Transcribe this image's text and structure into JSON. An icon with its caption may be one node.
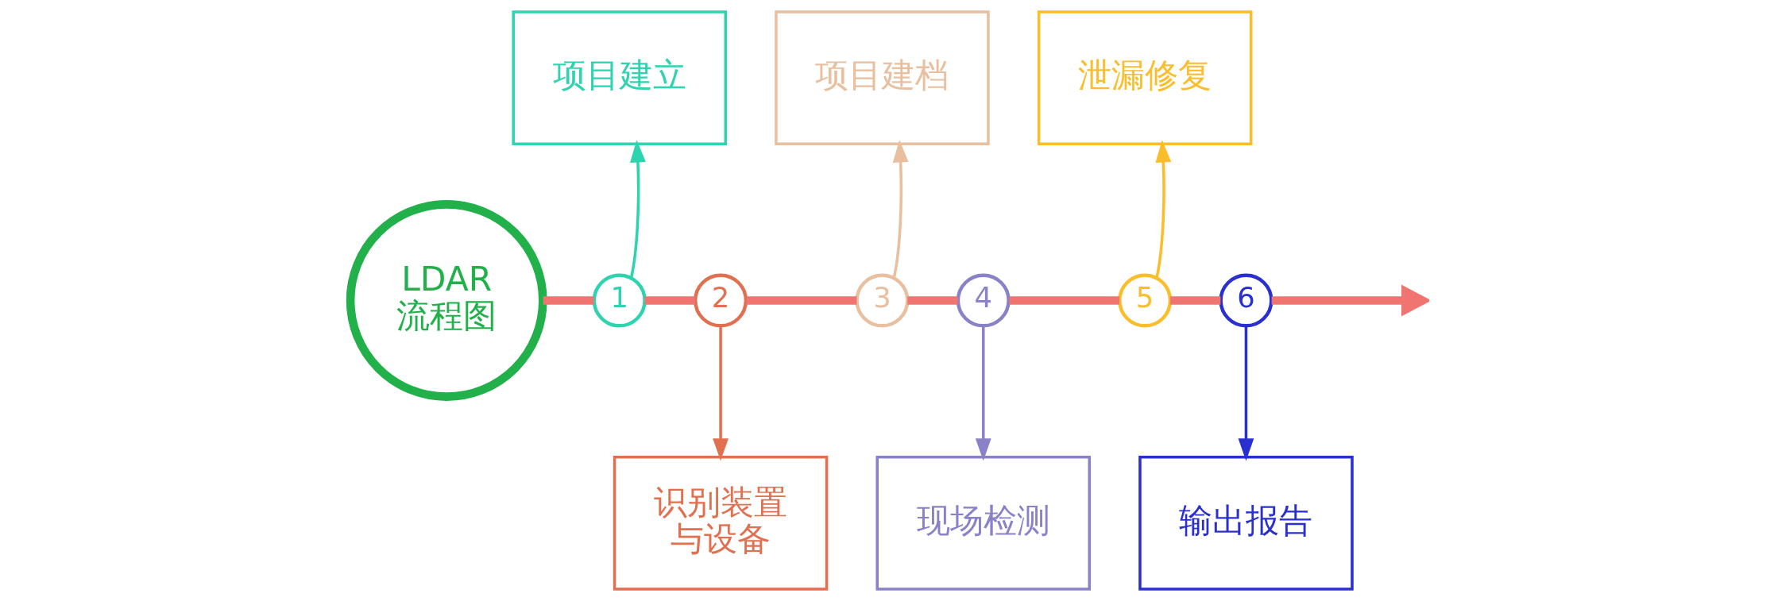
{
  "diagram": {
    "nodes": [
      {
        "text": [
          "LDAR 流程图"
        ]
      },
      {
        "text": [
          "1"
        ]
      },
      {
        "text": [
          "项目建立"
        ]
      },
      {
        "text": [
          "2"
        ]
      },
      {
        "text": [
          "识别装置与设备"
        ]
      },
      {
        "text": [
          "3"
        ]
      },
      {
        "text": [
          "项目建档"
        ]
      },
      {
        "text": [
          "4"
        ]
      },
      {
        "text": [
          "现场检测"
        ]
      },
      {
        "text": [
          "5"
        ]
      },
      {
        "text": [
          "泄漏修复"
        ]
      },
      {
        "text": [
          "6"
        ]
      },
      {
        "text": [
          "输出报告"
        ]
      }
    ],
    "edges": [
      {
        "from": 0,
        "to": 1,
        "arrow": "none"
      },
      {
        "from": 1,
        "to": 3,
        "arrow": "none"
      },
      {
        "from": 3,
        "to": 5,
        "arrow": "none"
      },
      {
        "from": 5,
        "to": 7,
        "arrow": "none"
      },
      {
        "from": 7,
        "to": 9,
        "arrow": "none"
      },
      {
        "from": 9,
        "to": 11,
        "arrow": "none"
      },
      {
        "from": 11,
        "to": null,
        "arrow": "to"
      },
      {
        "from": 1,
        "to": 2,
        "arrow": "to",
        "color": "#2ed3b0"
      },
      {
        "from": 3,
        "to": 4,
        "arrow": "to",
        "color": "#e0704f"
      },
      {
        "from": 5,
        "to": 6,
        "arrow": "to",
        "color": "#e8bf9f"
      },
      {
        "from": 7,
        "to": 8,
        "arrow": "to",
        "color": "#8a82c8"
      },
      {
        "from": 9,
        "to": 10,
        "arrow": "to",
        "color": "#fbbd2a"
      },
      {
        "from": 11,
        "to": 12,
        "arrow": "to",
        "color": "#2a2fd0"
      }
    ]
  }
}
